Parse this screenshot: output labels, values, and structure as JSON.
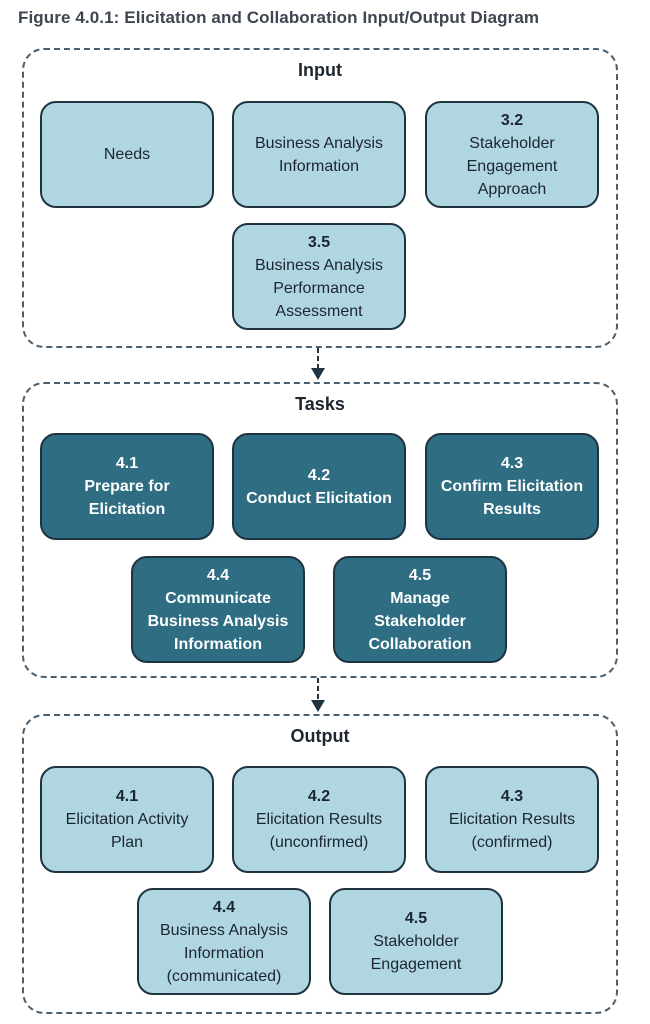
{
  "figure_title": "Figure 4.0.1: Elicitation and Collaboration Input/Output Diagram",
  "input": {
    "title": "Input",
    "boxes": [
      {
        "num": "",
        "text": "Needs"
      },
      {
        "num": "",
        "text": "Business Analysis Information"
      },
      {
        "num": "3.2",
        "text": "Stakeholder Engagement Approach"
      },
      {
        "num": "3.5",
        "text": "Business Analysis Performance Assessment"
      }
    ]
  },
  "tasks": {
    "title": "Tasks",
    "boxes": [
      {
        "num": "4.1",
        "text": "Prepare for Elicitation"
      },
      {
        "num": "4.2",
        "text": "Conduct Elicitation"
      },
      {
        "num": "4.3",
        "text": "Confirm Elicitation Results"
      },
      {
        "num": "4.4",
        "text": "Communicate Business Analysis Information"
      },
      {
        "num": "4.5",
        "text": "Manage Stakeholder Collaboration"
      }
    ]
  },
  "output": {
    "title": "Output",
    "boxes": [
      {
        "num": "4.1",
        "text": "Elicitation Activity Plan"
      },
      {
        "num": "4.2",
        "text": "Elicitation Results (unconfirmed)"
      },
      {
        "num": "4.3",
        "text": "Elicitation Results (confirmed)"
      },
      {
        "num": "4.4",
        "text": "Business Analysis Information (communicated)"
      },
      {
        "num": "4.5",
        "text": "Stakeholder Engagement"
      }
    ]
  },
  "colors": {
    "light_box": "#b0d6e2",
    "dark_box": "#2e6d82",
    "border": "#1f3440",
    "dashed_frame": "#4a5f70"
  }
}
